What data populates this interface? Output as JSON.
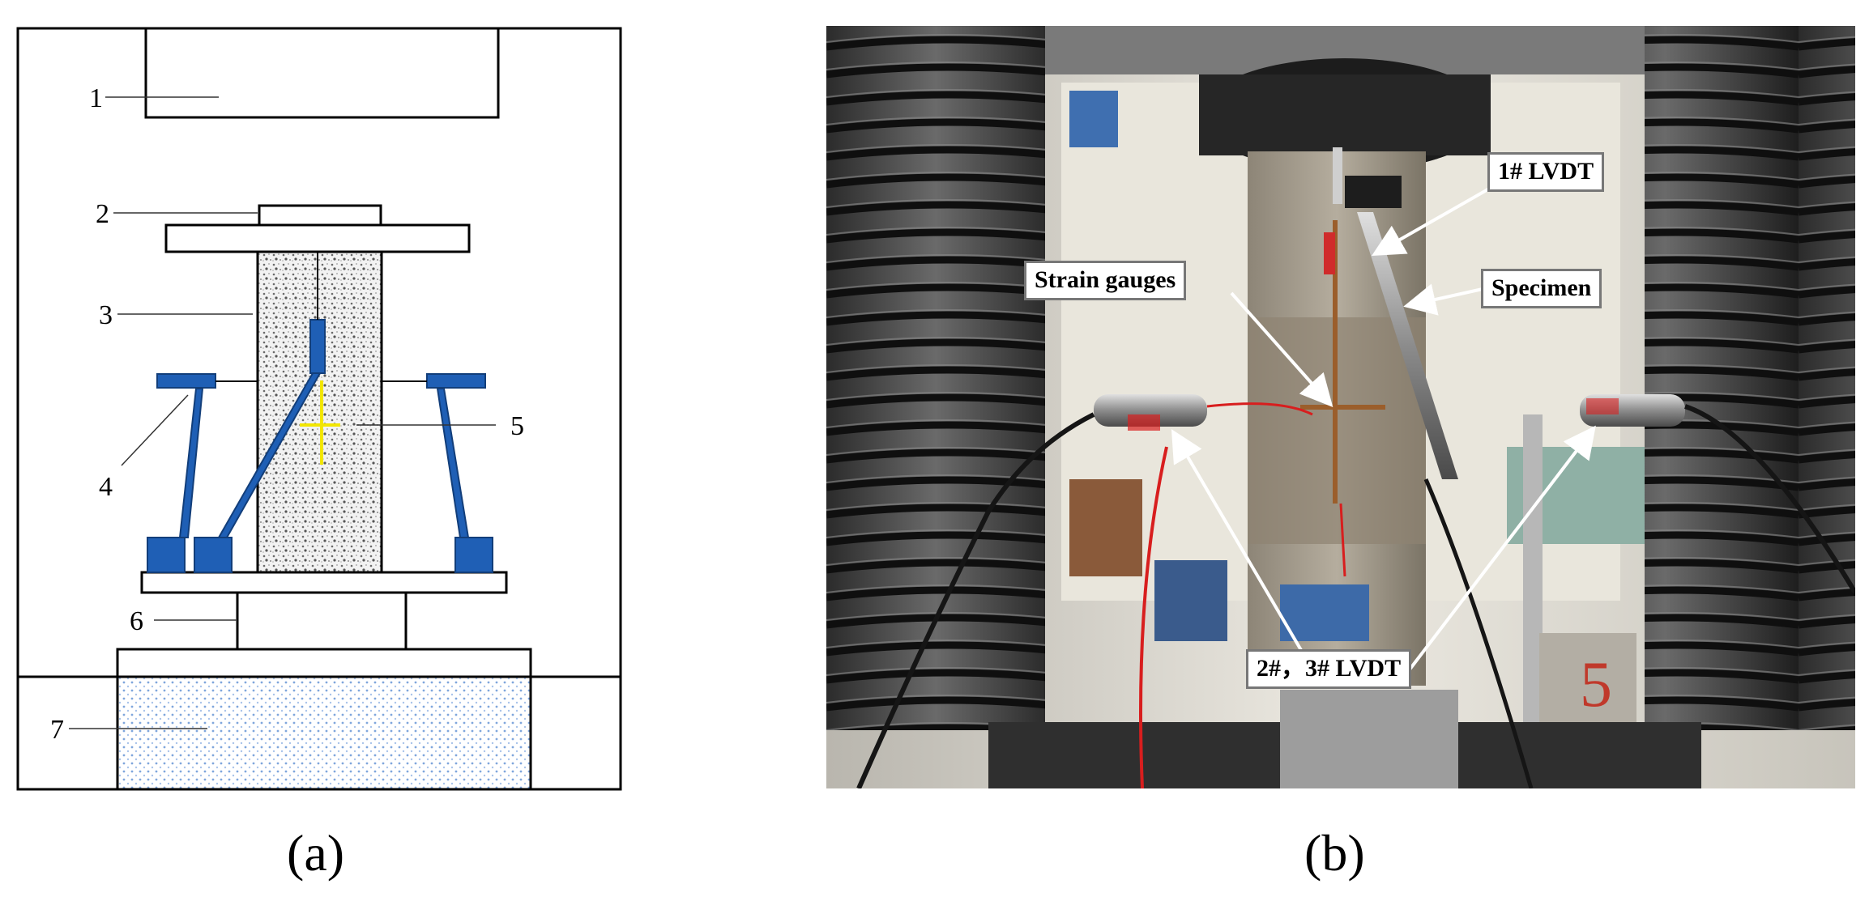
{
  "panel_a": {
    "caption": "(a)",
    "labels": [
      "1",
      "2",
      "3",
      "4",
      "5",
      "6",
      "7"
    ]
  },
  "panel_b": {
    "caption": "(b)",
    "annotations": {
      "lvdt1": "1# LVDT",
      "specimen": "Specimen",
      "strain_gauges": "Strain gauges",
      "lvdt23": "2#，3# LVDT",
      "block_mark": "5"
    }
  },
  "colors": {
    "lvdt_blue": "#1f5fb5",
    "gauge_yellow": "#f2e600",
    "machine_dark": "#2a2a2a",
    "wire_red": "#d81e1e"
  }
}
